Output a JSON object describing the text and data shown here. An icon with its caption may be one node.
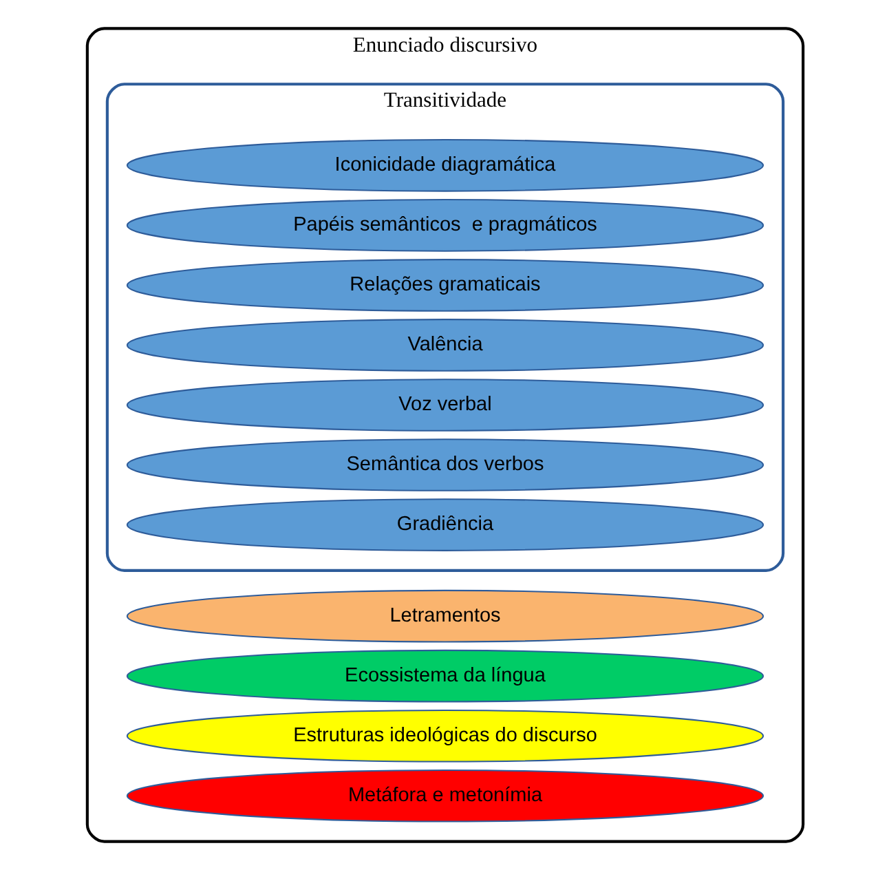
{
  "diagram": {
    "nodes": [
      {
        "text": [
          "Enunciado discursivo"
        ]
      },
      {
        "text": [
          "Letramentos"
        ],
        "in": 0
      },
      {
        "text": [
          "Ecossistema da língua"
        ],
        "in": 0
      },
      {
        "text": [
          "Estruturas ideológicas do discurso"
        ],
        "in": 0
      },
      {
        "text": [
          "Metáfora e metonímia"
        ],
        "in": 0
      },
      {
        "text": [
          "Transitividade"
        ],
        "in": 0
      },
      {
        "text": [
          "Iconicidade diagramática"
        ],
        "in": 5
      },
      {
        "text": [
          "Papéis semânticos  e pragmáticos"
        ],
        "in": 5
      },
      {
        "text": [
          "Relações gramaticais"
        ],
        "in": 5
      },
      {
        "text": [
          "Valência"
        ],
        "in": 5
      },
      {
        "text": [
          "Voz verbal"
        ],
        "in": 5
      },
      {
        "text": [
          "Semântica dos verbos"
        ],
        "in": 5
      },
      {
        "text": [
          "Gradiência"
        ],
        "in": 5
      }
    ],
    "edges": []
  }
}
